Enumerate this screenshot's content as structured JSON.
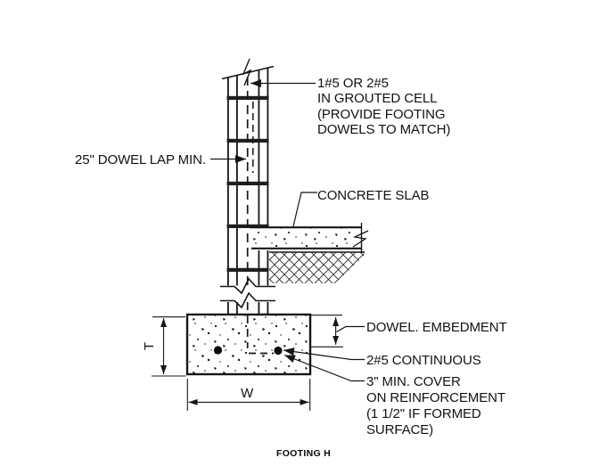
{
  "page": {
    "background": "#ffffff",
    "line_color": "#161616"
  },
  "drawing": {
    "caption": "FOOTING H",
    "notes": {
      "grouted_cell": [
        "1#5 OR 2#5",
        "IN GROUTED CELL",
        "(PROVIDE FOOTING",
        "DOWELS TO MATCH)"
      ],
      "dowel_lap": "25\" DOWEL LAP MIN.",
      "concrete_slab": "CONCRETE SLAB",
      "dowel_embedment": "DOWEL. EMBEDMENT",
      "continuous_rebar": "2#5 CONTINUOUS",
      "cover": [
        "3\" MIN. COVER",
        "ON REINFORCEMENT",
        "(1 1/2\" IF FORMED",
        "SURFACE)"
      ]
    },
    "dimensions": {
      "thickness": "T",
      "width": "W"
    }
  }
}
